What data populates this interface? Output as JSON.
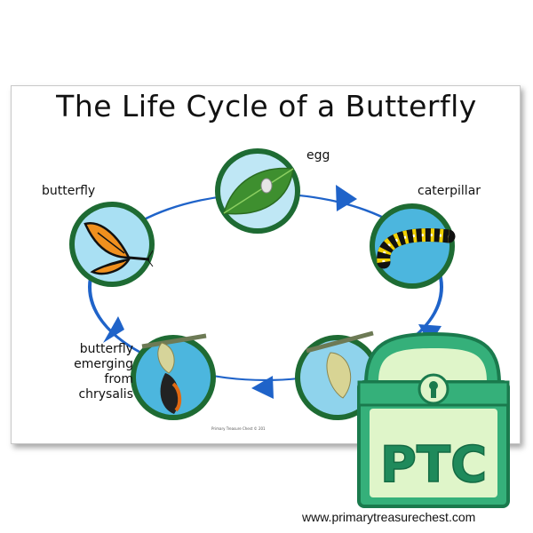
{
  "title": "The Life Cycle of a Butterfly",
  "stages": {
    "egg": "egg",
    "caterpillar": "caterpillar",
    "butterfly": "butterfly",
    "emerging_line1": "butterfly",
    "emerging_line2": "emerging",
    "emerging_line3": "from",
    "emerging_line4": "chrysalis"
  },
  "credit": "Primary Treasure Chest © 201",
  "logo": {
    "text": "PTC",
    "url": "www.primarytreasurechest.com"
  },
  "colors": {
    "cycle_line": "#1f63c9",
    "circle_ring": "#1e6b33",
    "circle_fill": "#4cb6de",
    "chest": "#35b07a",
    "chest_light": "#dff5c9"
  }
}
